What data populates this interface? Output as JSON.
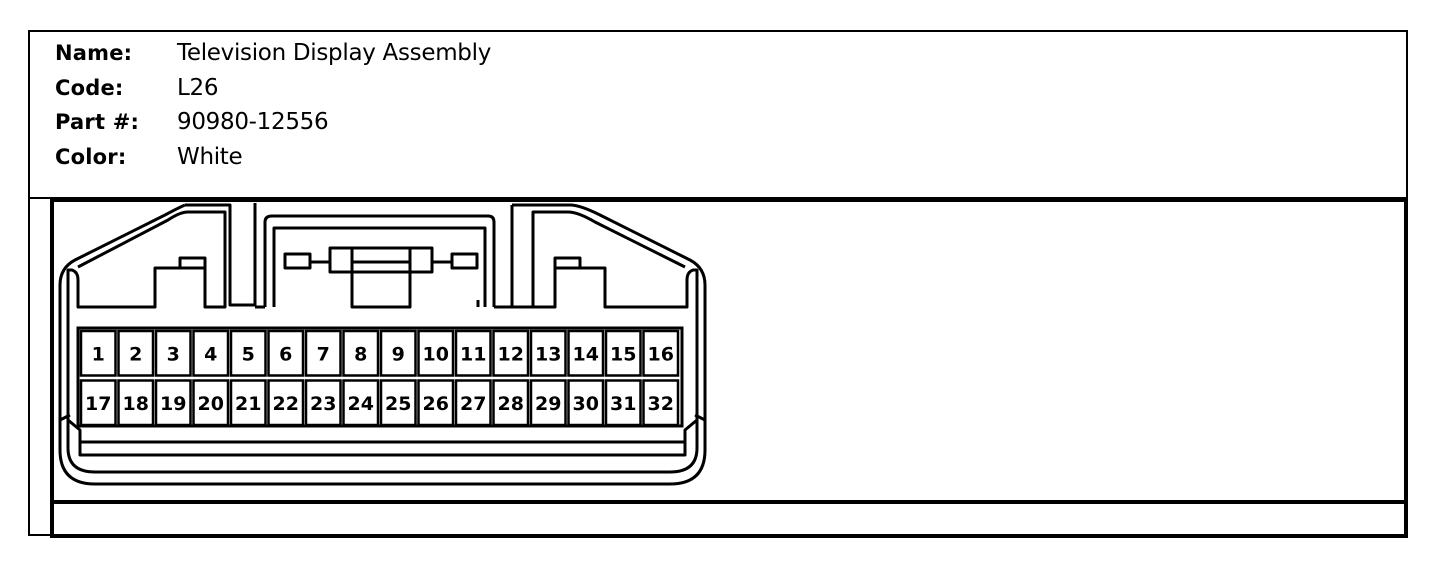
{
  "info": {
    "name_label": "Name:",
    "name_value": "Television Display Assembly",
    "code_label": "Code:",
    "code_value": "L26",
    "part_label": "Part #:",
    "part_value": "90980-12556",
    "color_label": "Color:",
    "color_value": "White"
  },
  "connector": {
    "pins_row1": [
      "1",
      "2",
      "3",
      "4",
      "5",
      "6",
      "7",
      "8",
      "9",
      "10",
      "11",
      "12",
      "13",
      "14",
      "15",
      "16"
    ],
    "pins_row2": [
      "17",
      "18",
      "19",
      "20",
      "21",
      "22",
      "23",
      "24",
      "25",
      "26",
      "27",
      "28",
      "29",
      "30",
      "31",
      "32"
    ]
  }
}
